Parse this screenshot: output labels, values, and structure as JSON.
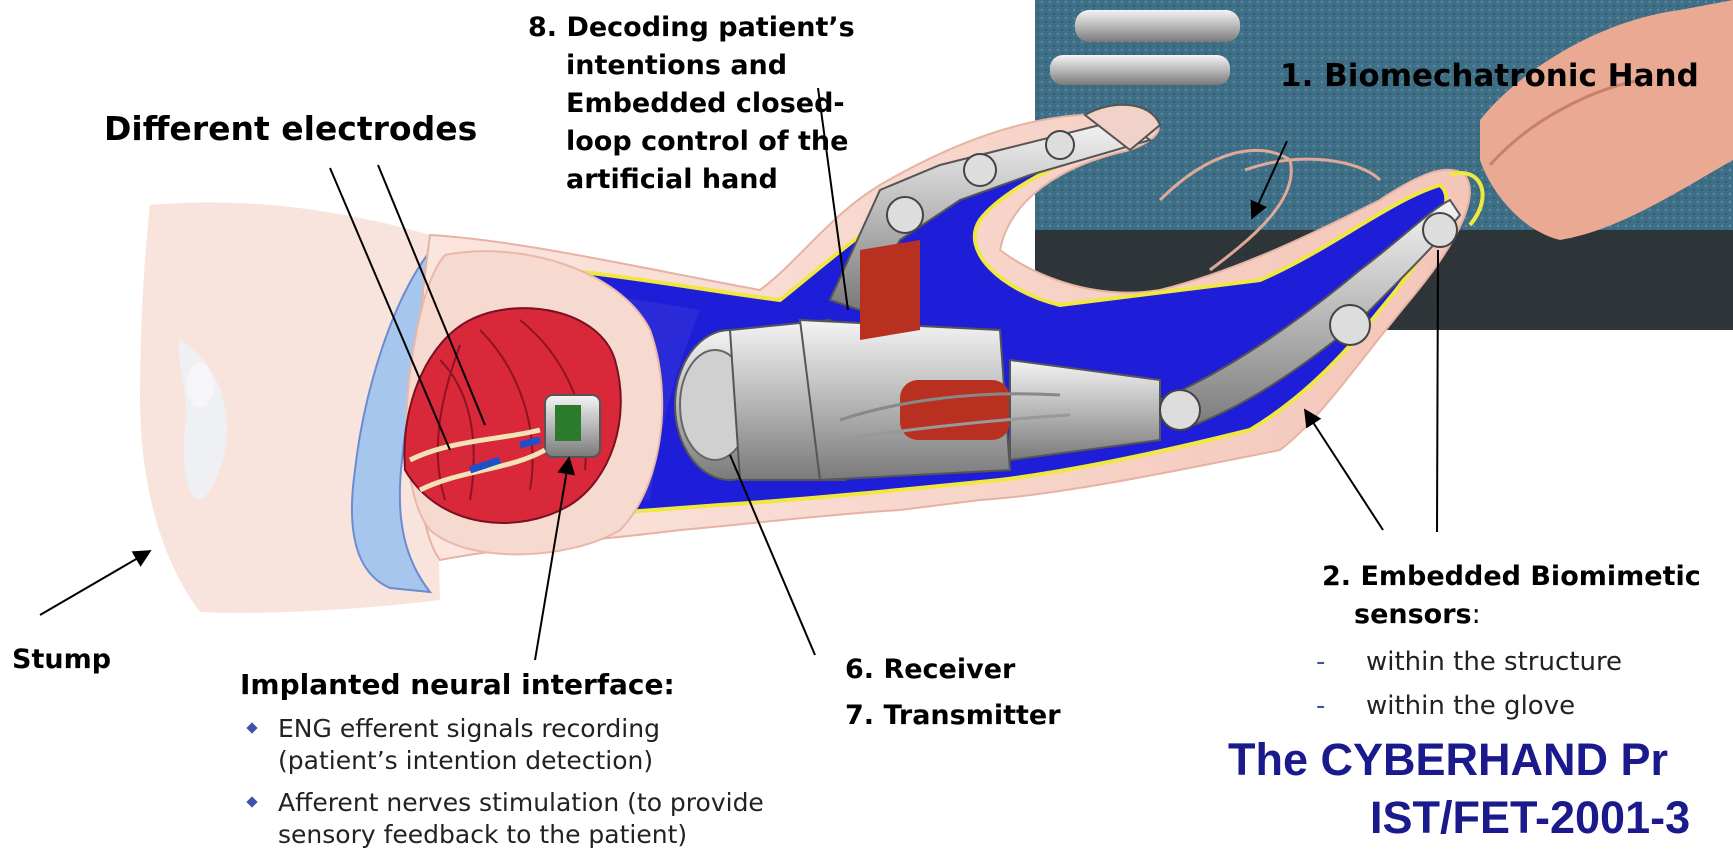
{
  "labels": {
    "different_electrodes": "Different electrodes",
    "decoding": [
      "8. Decoding patient’s",
      "intentions and",
      "Embedded closed-",
      "loop control of the",
      "artificial hand"
    ],
    "biomechatronic_hand": "1. Biomechatronic Hand",
    "stump": "Stump",
    "receiver": "6. Receiver",
    "transmitter": "7. Transmitter",
    "sensors_heading_line1": "2. Embedded Biomimetic",
    "sensors_heading_line2": "sensors",
    "sensors_colon": ":",
    "sensors_items": [
      "within the structure",
      "within the glove"
    ],
    "implant_heading": "Implanted neural interface:",
    "implant_items": [
      [
        "ENG efferent signals recording",
        "(patient’s intention detection)"
      ],
      [
        "Afferent nerves stimulation (to provide",
        "sensory feedback to the patient)"
      ]
    ]
  },
  "project": {
    "title_line1": "The CYBERHAND Pr",
    "title_line2": "IST/FET-2001-3"
  },
  "colors": {
    "project_title": "#1a1a8c",
    "prosthesis_blue": "#1e1ed8",
    "muscle_red": "#d8283a",
    "skin": "#f6d3c8",
    "photo_bg": "#3f6f86"
  }
}
